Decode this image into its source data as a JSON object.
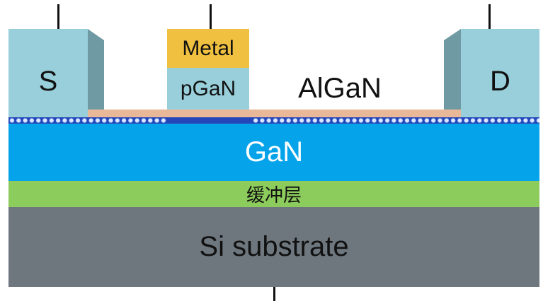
{
  "diagram": {
    "title": "",
    "colors": {
      "contact": "#98cfdb",
      "contact_side": "#6f9aa3",
      "metal": "#f0c040",
      "pgan": "#98cfdb",
      "algan": "#e9b898",
      "two_deg": "#2546b8",
      "two_deg_dots": "#dbe8ff",
      "gan": "#05a3ea",
      "buffer": "#8ccc5c",
      "substrate": "#6e777e",
      "lead": "#111111"
    },
    "terminals": {
      "source": "S",
      "drain": "D"
    },
    "gate_stack": {
      "metal": "Metal",
      "pgan": "pGaN"
    },
    "layers": {
      "algan": "AlGaN",
      "gan": "GaN",
      "buffer": "缓冲层",
      "substrate": "Si substrate"
    }
  }
}
